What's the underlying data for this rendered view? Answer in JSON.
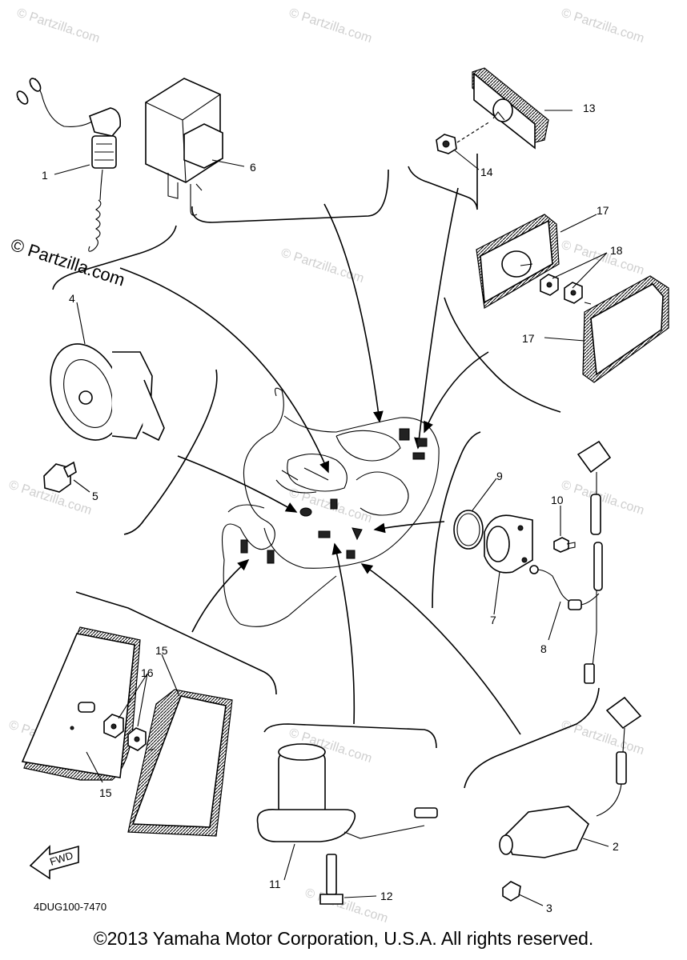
{
  "watermarks": [
    "© Partzilla.com",
    "© Partzilla.com",
    "© Partzilla.com",
    "© Partzilla.com",
    "© Partzilla.com",
    "© Partzilla.com",
    "© Partzilla.com",
    "© Partzilla.com",
    "© Partzilla.com",
    "© Partzilla.com",
    "© Partzilla.com",
    "© Partzilla.com"
  ],
  "watermark_large": "© Partzilla.com",
  "callouts": {
    "c1": "1",
    "c2": "2",
    "c3": "3",
    "c4": "4",
    "c5": "5",
    "c6": "6",
    "c7": "7",
    "c8": "8",
    "c9": "9",
    "c10": "10",
    "c11": "11",
    "c12": "12",
    "c13": "13",
    "c14": "14",
    "c15a": "15",
    "c15b": "15",
    "c16": "16",
    "c17a": "17",
    "c17b": "17",
    "c18": "18"
  },
  "fwd_label": "FWD",
  "drawing_code": "4DUG100-7470",
  "copyright": "©2013 Yamaha Motor Corporation, U.S.A. All rights reserved."
}
